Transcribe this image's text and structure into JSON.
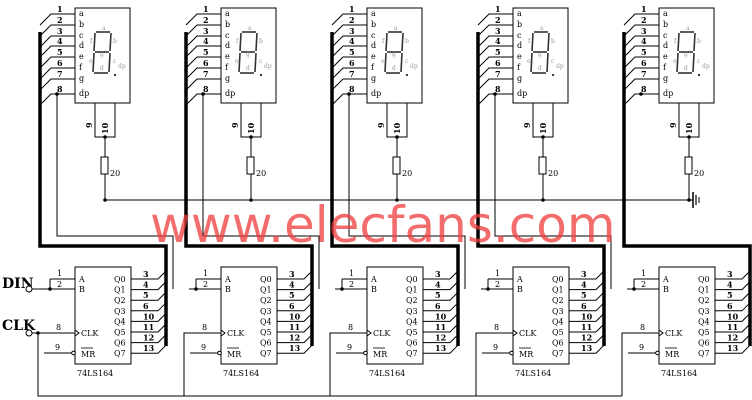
{
  "inputs": {
    "din": "DIN",
    "clk": "CLK"
  },
  "display": {
    "pin_numbers": [
      "1",
      "2",
      "3",
      "4",
      "5",
      "6",
      "7",
      "8"
    ],
    "pin_letters": [
      "a",
      "b",
      "c",
      "d",
      "e",
      "f",
      "g",
      "dp"
    ],
    "segment_labels": [
      "a",
      "b",
      "c",
      "d",
      "e",
      "f",
      "g",
      "dp"
    ],
    "bottom_pins": [
      "9",
      "10"
    ],
    "resistor_label": "20"
  },
  "chip": {
    "part": "74LS164",
    "input_pins": [
      {
        "num": "1",
        "name": "A"
      },
      {
        "num": "2",
        "name": "B"
      }
    ],
    "clk_pin": {
      "num": "8",
      "name": "CLK"
    },
    "mr_pin": {
      "num": "9",
      "name": "MR"
    },
    "outputs": [
      {
        "num": "3",
        "name": "Q0"
      },
      {
        "num": "4",
        "name": "Q1"
      },
      {
        "num": "5",
        "name": "Q2"
      },
      {
        "num": "6",
        "name": "Q3"
      },
      {
        "num": "10",
        "name": "Q4"
      },
      {
        "num": "11",
        "name": "Q5"
      },
      {
        "num": "12",
        "name": "Q6"
      },
      {
        "num": "13",
        "name": "Q7"
      }
    ]
  },
  "stage_count": 5,
  "watermark": "www.elecfans.com"
}
